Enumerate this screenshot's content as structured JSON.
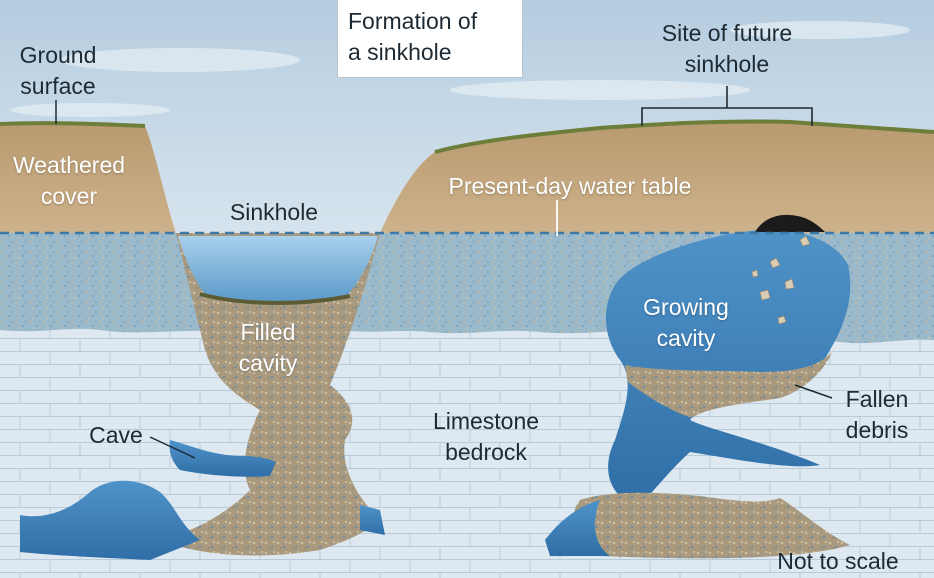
{
  "title": "Formation of\na sinkhole",
  "labels": {
    "ground_surface": "Ground\nsurface",
    "weathered_cover": "Weathered\ncover",
    "sinkhole": "Sinkhole",
    "water_table": "Present-day water table",
    "site_future": "Site of future\nsinkhole",
    "filled_cavity": "Filled\ncavity",
    "growing_cavity": "Growing\ncavity",
    "fallen_debris": "Fallen\ndebris",
    "cave": "Cave",
    "limestone": "Limestone\nbedrock",
    "scale_note": "Not to scale"
  },
  "colors": {
    "sky": "#c9dbe8",
    "soil": "#c4a67e",
    "grass": "#6d7d3a",
    "saturated_zone": "#9ab9ca",
    "limestone": "#dde8f1",
    "water": "#3b7fb9",
    "debris": "#b6a284"
  }
}
